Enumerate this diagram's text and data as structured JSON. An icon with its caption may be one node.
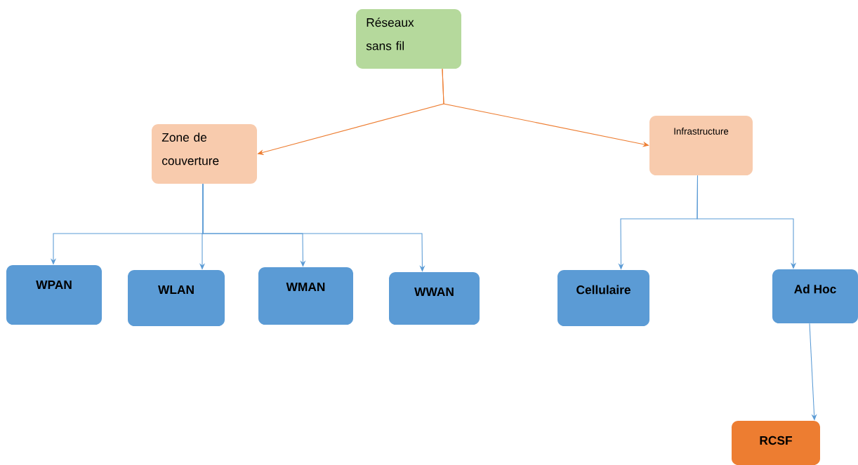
{
  "diagram": {
    "nodes": [
      {
        "text": [
          "Réseaux sans fil"
        ]
      },
      {
        "text": [
          "Zone de couverture"
        ]
      },
      {
        "text": [
          "Infrastructure"
        ]
      },
      {
        "text": [
          "WPAN"
        ]
      },
      {
        "text": [
          "WLAN"
        ]
      },
      {
        "text": [
          "WMAN"
        ]
      },
      {
        "text": [
          "WWAN"
        ]
      },
      {
        "text": [
          "Cellulaire"
        ]
      },
      {
        "text": [
          "Ad Hoc"
        ]
      },
      {
        "text": [
          "RCSF"
        ]
      }
    ],
    "edges": [
      {
        "from": 0,
        "to": 1,
        "arrow": "to",
        "color": "#ed7d31"
      },
      {
        "from": 0,
        "to": 2,
        "arrow": "to",
        "color": "#ed7d31"
      },
      {
        "from": 1,
        "to": 3,
        "arrow": "to"
      },
      {
        "from": 1,
        "to": 4,
        "arrow": "to"
      },
      {
        "from": 1,
        "to": 5,
        "arrow": "to"
      },
      {
        "from": 1,
        "to": 6,
        "arrow": "to"
      },
      {
        "from": 2,
        "to": 7,
        "arrow": "to"
      },
      {
        "from": 2,
        "to": 8,
        "arrow": "to"
      },
      {
        "from": 8,
        "to": 9,
        "arrow": "to"
      }
    ]
  }
}
